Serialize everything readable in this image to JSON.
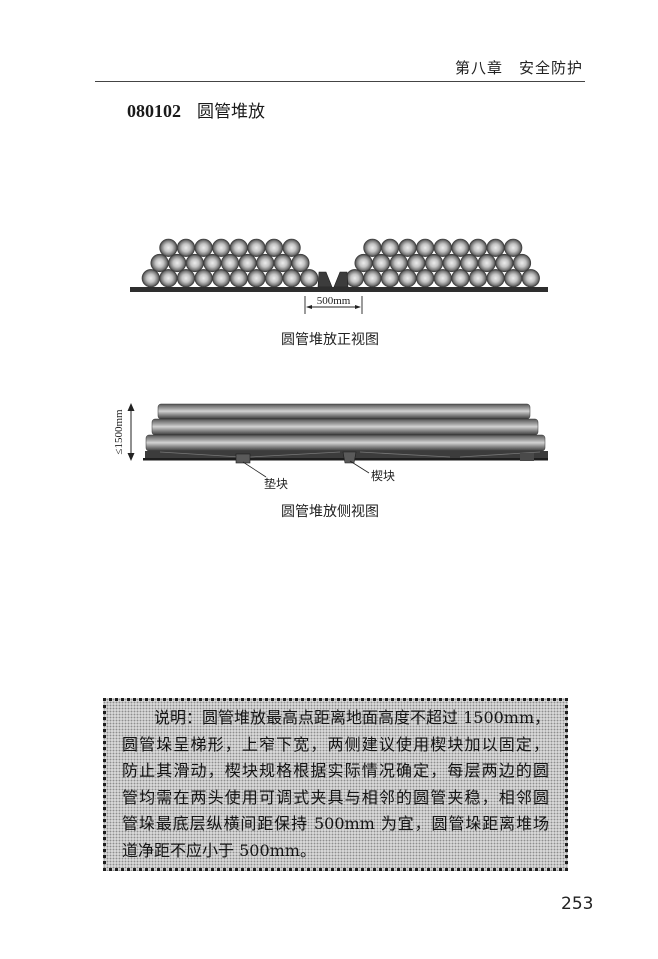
{
  "header": {
    "chapter_title": "第八章　安全防护"
  },
  "section": {
    "number": "080102",
    "title": "圆管堆放"
  },
  "front_view": {
    "dimension_label": "500mm",
    "caption": "圆管堆放正视图"
  },
  "side_view": {
    "height_label": "≤1500mm",
    "pad_label": "垫块",
    "wedge_label": "楔块",
    "caption": "圆管堆放侧视图"
  },
  "note": {
    "lines": [
      "说明：圆管堆放最高点距离地面高度不超过 1500mm，",
      "圆管垛呈梯形，上窄下宽，两侧建议使用楔块加以固定，",
      "防止其滑动，楔块规格根据实际情况确定，每层两边的圆",
      "管均需在两头使用可调式夹具与相邻的圆管夹稳，相邻圆",
      "管垛最底层纵横间距保持 500mm 为宜，圆管垛距离堆场",
      "道净距不应小于 500mm。"
    ]
  },
  "page_number": "253",
  "colors": {
    "rule": "#444444",
    "note_background": "#d6d6d6",
    "pipe_dark": "#3a3a3a",
    "pipe_light": "#d2d2d2"
  }
}
